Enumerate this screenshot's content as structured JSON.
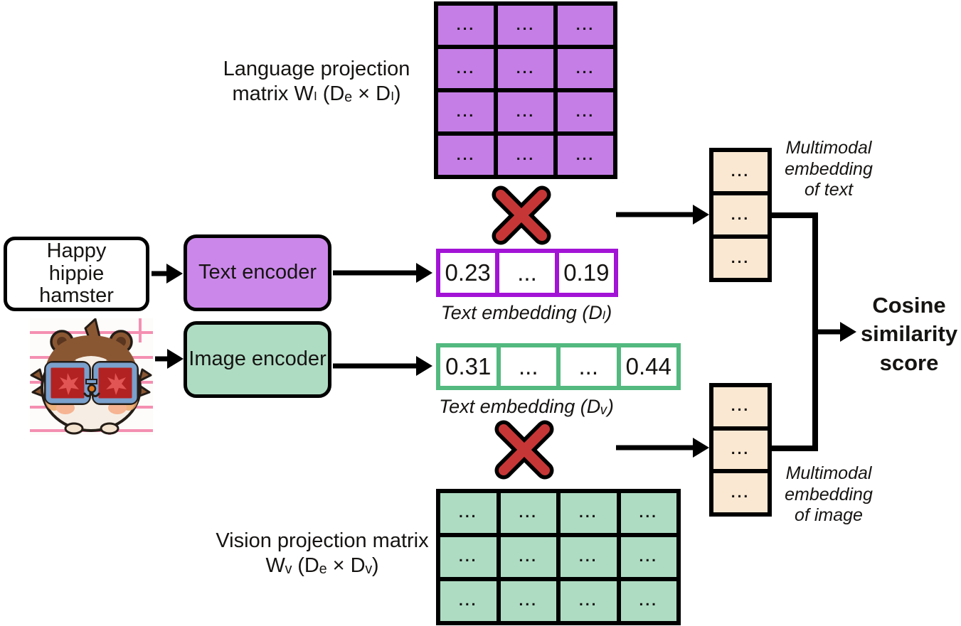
{
  "symbols": {
    "ellipsis": "..."
  },
  "colors": {
    "matrix_purple": "#c57ee6",
    "encoder_purple": "#cb88ea",
    "green": "#aedcc3",
    "tan": "#fbe8d2",
    "purple_border": "#a213d6",
    "green_border": "#53b97f",
    "x_red": "#c73636"
  },
  "inputs": {
    "text_input": "Happy hippie hamster",
    "image_alt": "hamster-with-star-sunglasses"
  },
  "encoders": {
    "text": "Text encoder",
    "image": "Image encoder"
  },
  "language_matrix": {
    "label": "Language projection matrix Wₗ (Dₑ × Dₗ)",
    "rows": 4,
    "cols": 3
  },
  "vision_matrix": {
    "label": "Vision projection matrix Wᵥ (Dₑ × Dᵥ)",
    "rows": 3,
    "cols": 4
  },
  "text_embedding": {
    "label": "Text embedding (Dₗ)",
    "cells": [
      "0.23",
      "...",
      "0.19"
    ]
  },
  "image_embedding": {
    "label": "Text embedding (Dᵥ)",
    "cells": [
      "0.31",
      "...",
      "...",
      "0.44"
    ]
  },
  "multimodal_text_vector": {
    "label": "Multimodal embedding of text",
    "rows": 3,
    "cols": 1
  },
  "multimodal_image_vector": {
    "label": "Multimodal embedding of image",
    "rows": 3,
    "cols": 1
  },
  "output": {
    "label": "Cosine similarity score"
  },
  "operator": {
    "multiply_icon": "×"
  }
}
